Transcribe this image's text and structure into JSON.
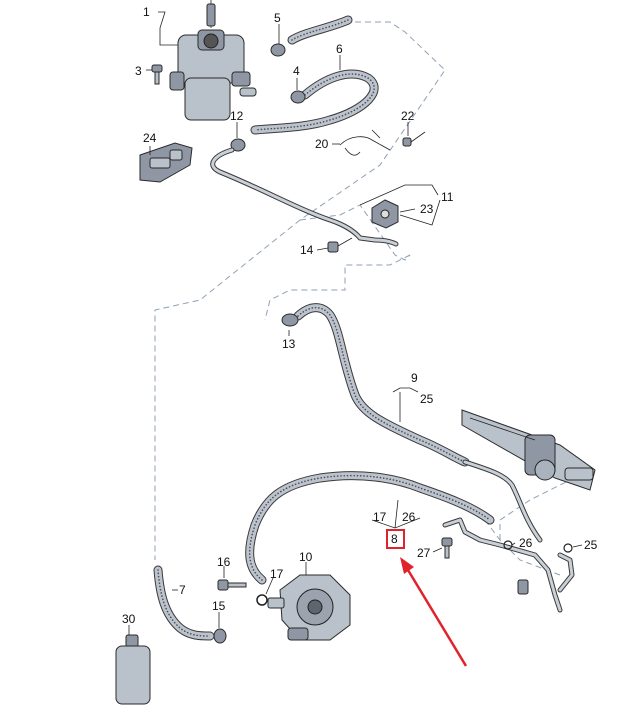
{
  "callouts": {
    "c1": "1",
    "c3": "3",
    "c5": "5",
    "c6": "6",
    "c4": "4",
    "c22": "22",
    "c12": "12",
    "c24": "24",
    "c20": "20",
    "c11": "11",
    "c23": "23",
    "c14": "14",
    "c13": "13",
    "c9": "9",
    "c25a": "25",
    "c17a": "17",
    "c26a": "26",
    "c8": "8",
    "c26b": "26",
    "c25b": "25",
    "c27": "27",
    "c10": "10",
    "c16": "16",
    "c17b": "17",
    "c7": "7",
    "c15": "15",
    "c30": "30"
  },
  "highlight": {
    "callout": "8",
    "color": "#e0222a"
  }
}
